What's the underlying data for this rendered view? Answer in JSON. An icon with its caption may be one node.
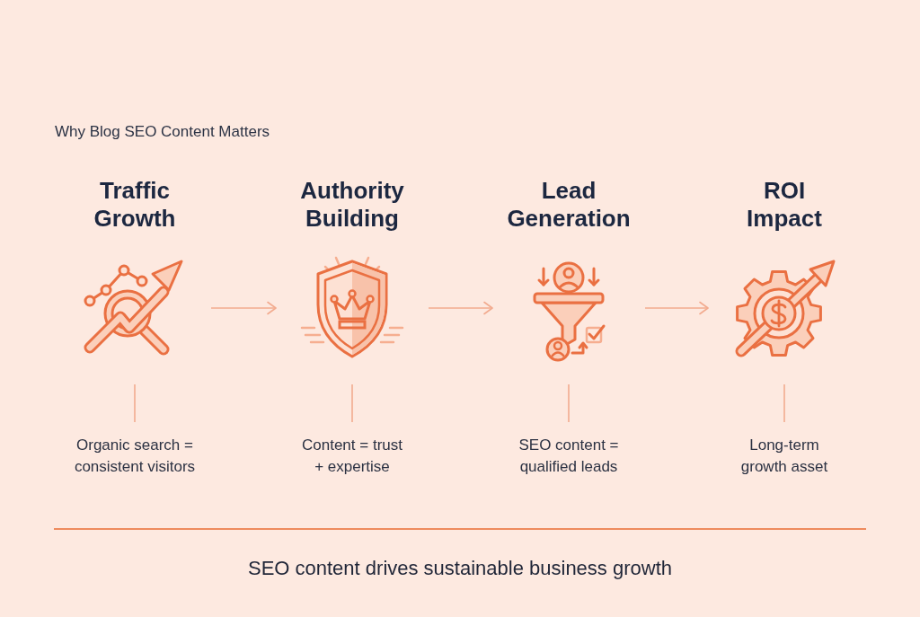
{
  "diagram": {
    "title": "Why Blog SEO Content Matters",
    "caption": "SEO content drives sustainable business growth",
    "nodes": [
      {
        "text": [
          "Traffic Growth"
        ]
      },
      {
        "text": [
          "Authority Building"
        ]
      },
      {
        "text": [
          "Lead Generation"
        ]
      },
      {
        "text": [
          "ROI Impact"
        ]
      },
      {
        "text": [
          "Organic search = consistent visitors"
        ]
      },
      {
        "text": [
          "Content = trust + expertise"
        ]
      },
      {
        "text": [
          "SEO content = qualified leads"
        ]
      },
      {
        "text": [
          "Long-term growth asset"
        ]
      }
    ],
    "edges": [
      {
        "from": 0,
        "to": 1,
        "arrow": "to"
      },
      {
        "from": 1,
        "to": 2,
        "arrow": "to"
      },
      {
        "from": 2,
        "to": 3,
        "arrow": "to"
      },
      {
        "from": 0,
        "to": 4,
        "arrow": "none"
      },
      {
        "from": 1,
        "to": 5,
        "arrow": "none"
      },
      {
        "from": 2,
        "to": 6,
        "arrow": "none"
      },
      {
        "from": 3,
        "to": 7,
        "arrow": "none"
      }
    ]
  }
}
